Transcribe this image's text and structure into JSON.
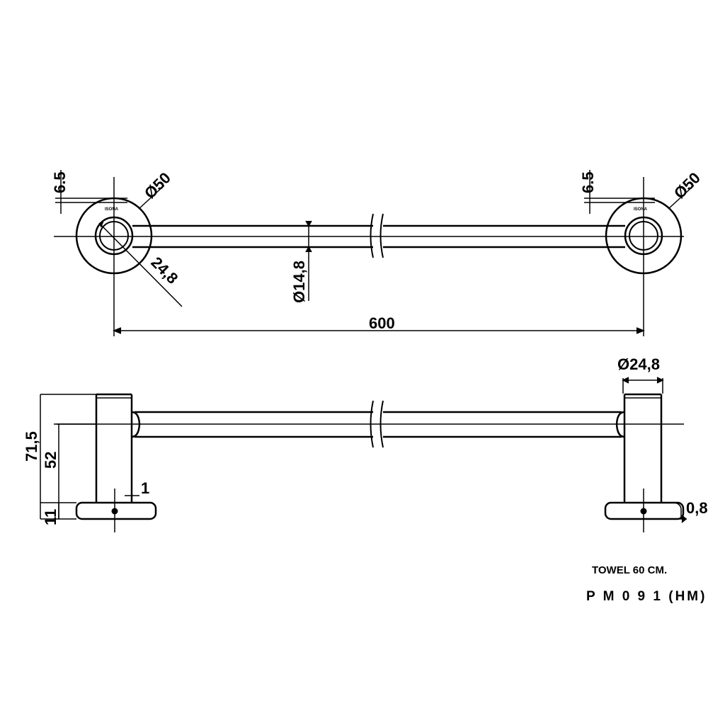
{
  "colors": {
    "line": "#000000",
    "background": "#ffffff"
  },
  "top_view": {
    "flange_thickness_left": "6.5",
    "flange_diameter_left": "Ø50",
    "flange_thickness_right": "6.5",
    "flange_diameter_right": "Ø50",
    "post_diameter": "24,8",
    "bar_diameter": "Ø14,8",
    "overall_length": "600",
    "brand_mark": "ISONA"
  },
  "side_view": {
    "post_diameter": "Ø24,8",
    "total_height": "71,5",
    "bar_height": "52",
    "base_height": "11",
    "gap_left": "1",
    "gap_right": "0,8"
  },
  "caption": {
    "product_name": "TOWEL 60 CM.",
    "product_code": "P M 0 9 1 (HM)"
  }
}
